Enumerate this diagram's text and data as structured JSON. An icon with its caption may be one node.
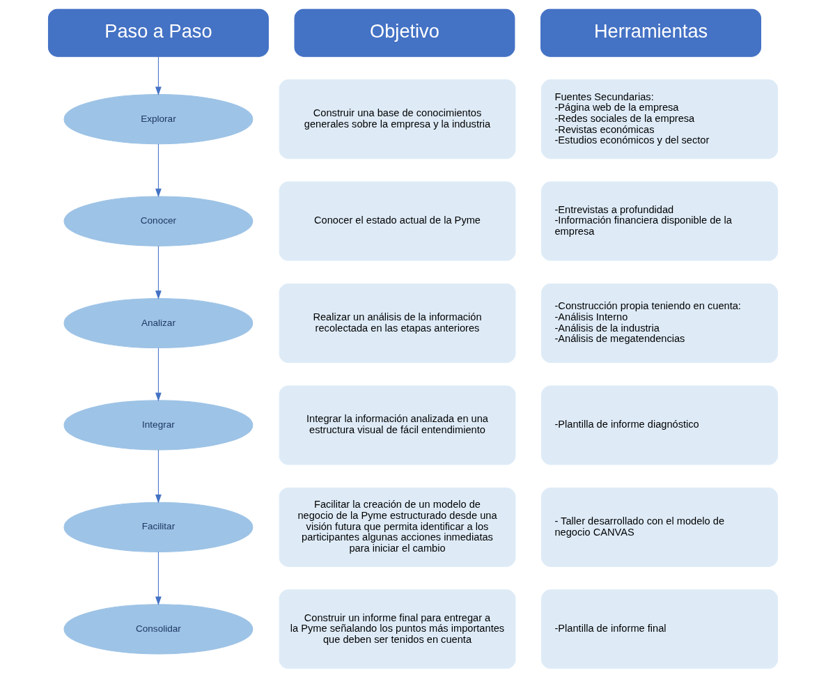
{
  "diagram": {
    "nodes": [
      {
        "text": [
          "Paso a Paso"
        ]
      },
      {
        "text": [
          "Objetivo"
        ]
      },
      {
        "text": [
          "Herramientas"
        ]
      },
      {
        "text": [
          "Explorar"
        ]
      },
      {
        "text": [
          "Construir una base de conocimientos generales sobre la empresa y la industria"
        ]
      },
      {
        "text": [
          "Fuentes Secundarias:",
          "-Página web de la empresa",
          "-Redes sociales de la empresa",
          "-Revistas económicas",
          "-Estudios económicos y del sector"
        ]
      },
      {
        "text": [
          "Conocer"
        ]
      },
      {
        "text": [
          "Conocer el estado actual de la Pyme"
        ]
      },
      {
        "text": [
          "-Entrevistas a profundidad",
          "-Información financiera disponible de la empresa"
        ]
      },
      {
        "text": [
          "Analizar"
        ]
      },
      {
        "text": [
          "Realizar un análisis de la información recolectada en las etapas anteriores"
        ]
      },
      {
        "text": [
          "-Construcción propia teniendo en cuenta:",
          "-Análisis Interno",
          "-Análisis de la industria",
          "-Análisis de megatendencias"
        ]
      },
      {
        "text": [
          "Integrar"
        ]
      },
      {
        "text": [
          "Integrar la información analizada en una estructura visual de fácil entendimiento"
        ]
      },
      {
        "text": [
          "-Plantilla de informe diagnóstico"
        ]
      },
      {
        "text": [
          "Facilitar"
        ]
      },
      {
        "text": [
          "Facilitar la creación de un modelo de negocio de la Pyme estructurado desde una visión futura que permita identificar a los participantes algunas acciones inmediatas para iniciar el cambio"
        ]
      },
      {
        "text": [
          "- Taller desarrollado con el modelo de negocio CANVAS"
        ]
      },
      {
        "text": [
          "Consolidar"
        ]
      },
      {
        "text": [
          "Construir un informe final para entregar a la Pyme señalando los puntos más importantes que deben ser tenidos en cuenta"
        ]
      },
      {
        "text": [
          "-Plantilla de informe final"
        ]
      }
    ],
    "edges": [
      {
        "from": 0,
        "to": 3,
        "arrow": "to"
      },
      {
        "from": 3,
        "to": 6,
        "arrow": "to"
      },
      {
        "from": 6,
        "to": 9,
        "arrow": "to"
      },
      {
        "from": 9,
        "to": 12,
        "arrow": "to"
      },
      {
        "from": 12,
        "to": 15,
        "arrow": "to"
      },
      {
        "from": 15,
        "to": 18,
        "arrow": "to"
      }
    ]
  }
}
